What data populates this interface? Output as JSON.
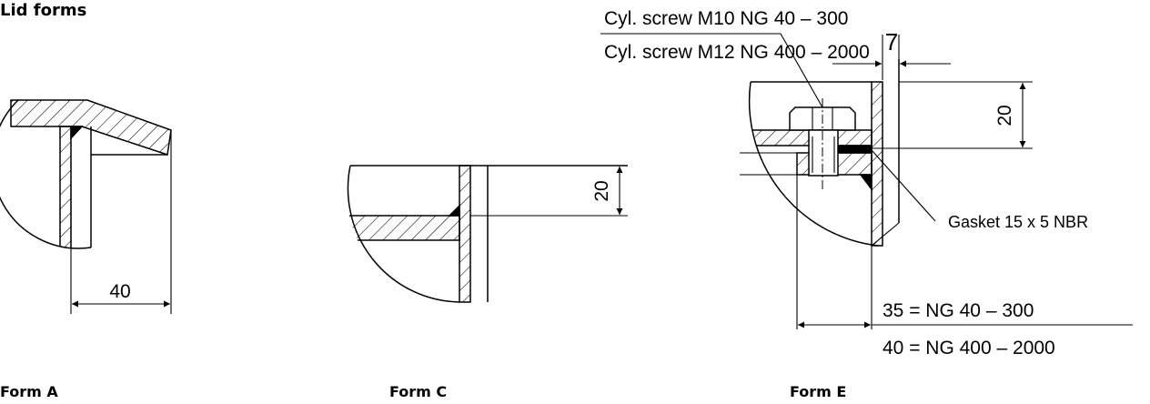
{
  "page_title": "Lid forms",
  "forms": {
    "a": {
      "label": "Form A",
      "dim_width": "40"
    },
    "c": {
      "label": "Form C",
      "dim_height": "20"
    },
    "e": {
      "label": "Form E",
      "dim_gap": "7",
      "dim_height": "20",
      "screw_line1": "Cyl. screw M10 NG 40 – 300",
      "screw_line2": "Cyl. screw M12 NG 400 – 2000",
      "gasket_label": "Gasket 15 x 5 NBR",
      "width_line1": "35 = NG 40 – 300",
      "width_line2": "40 = NG 400 – 2000"
    }
  }
}
